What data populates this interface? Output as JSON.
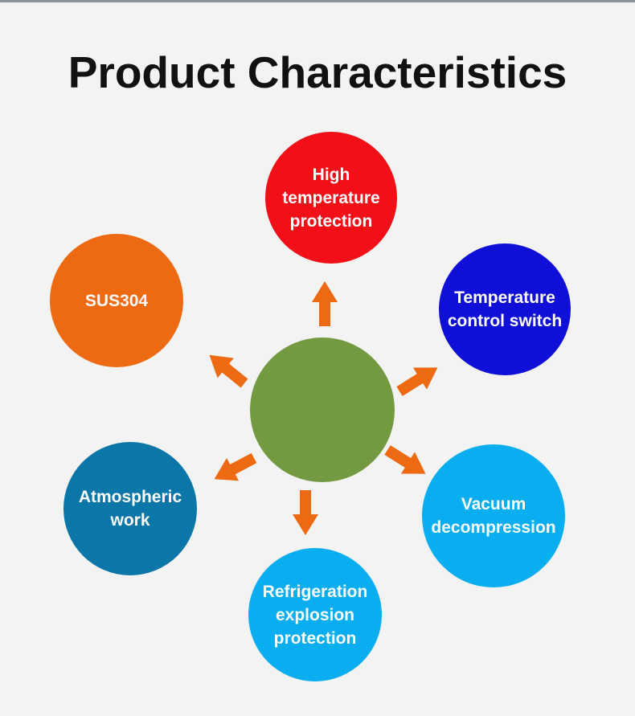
{
  "title": "Product Characteristics",
  "center": {
    "color": "#739941"
  },
  "arrow_color": "#ee6a12",
  "nodes": [
    {
      "id": "high-temperature-protection",
      "lines": [
        "High",
        "temperature",
        "protection"
      ],
      "color": "#f20f17"
    },
    {
      "id": "temperature-control-switch",
      "lines": [
        "Temperature",
        "control switch"
      ],
      "color": "#0f0fd8"
    },
    {
      "id": "vacuum-decompression",
      "lines": [
        "Vacuum",
        "decompression"
      ],
      "color": "#08aef0"
    },
    {
      "id": "refrigeration-explosion-protection",
      "lines": [
        "Refrigeration",
        "explosion",
        "protection"
      ],
      "color": "#08aef0"
    },
    {
      "id": "atmospheric-work",
      "lines": [
        "Atmospheric",
        "work"
      ],
      "color": "#0b76a8"
    },
    {
      "id": "sus304",
      "lines": [
        "SUS304"
      ],
      "color": "#ee6a12"
    }
  ]
}
